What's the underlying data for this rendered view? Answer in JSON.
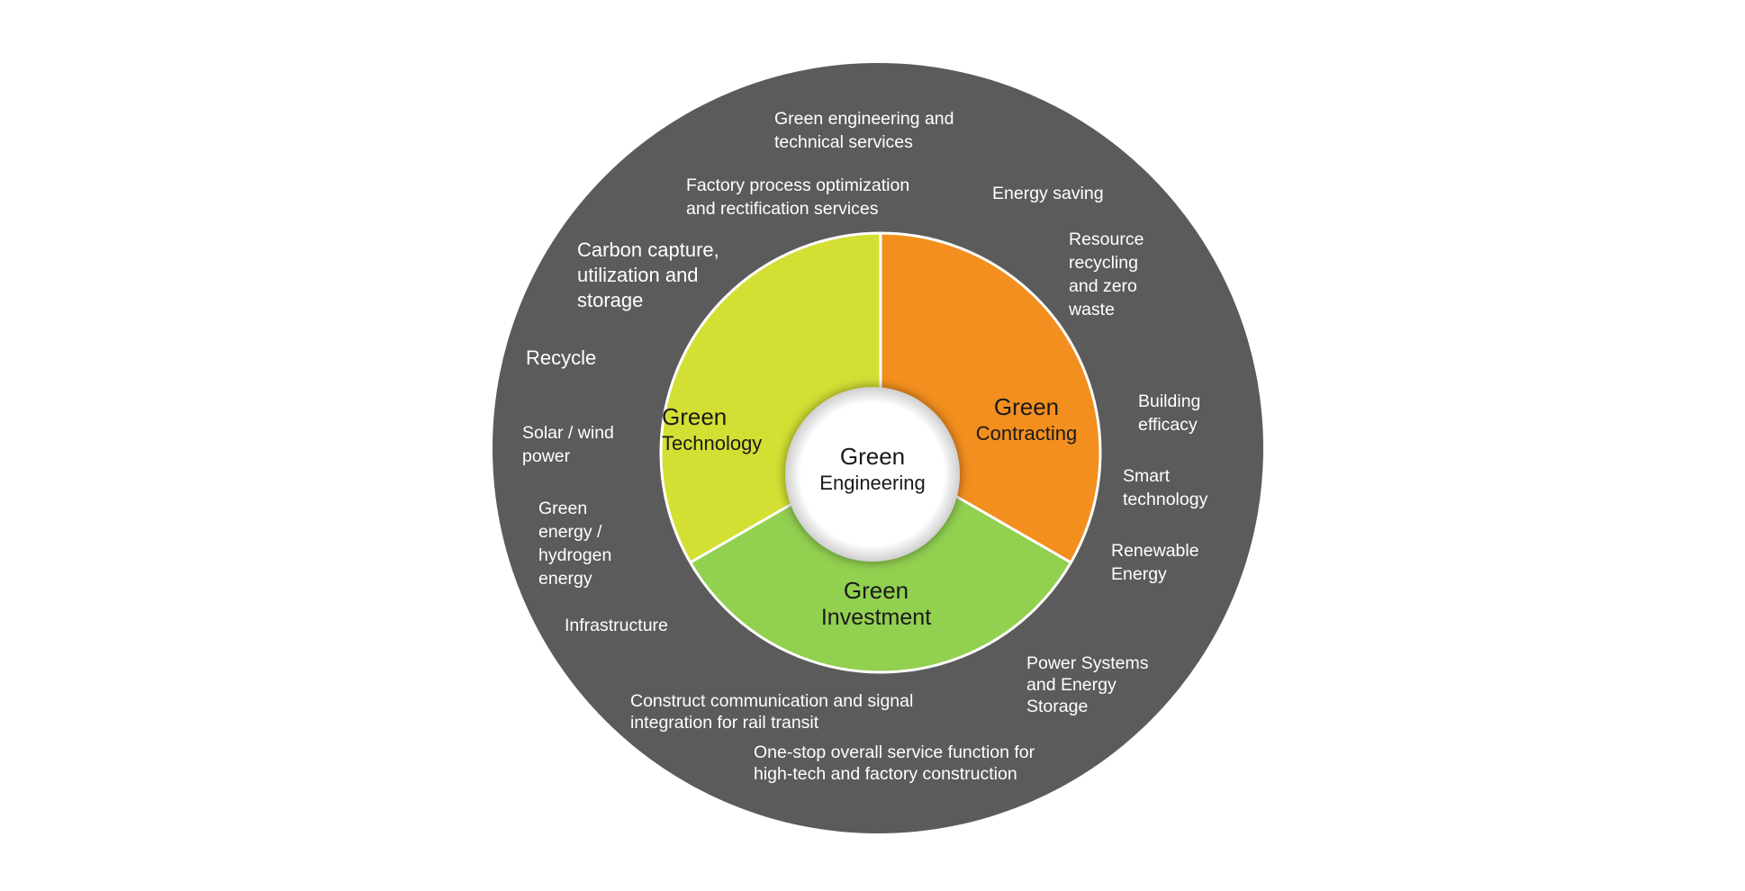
{
  "colors": {
    "outer_ring": "#5b5b5b",
    "technology": "#d4df33",
    "contracting": "#f38f1e",
    "investment": "#92d050",
    "hub": "#ffffff",
    "divider": "#ffffff",
    "ring_text": "#ffffff",
    "segment_text": "#1a1a1a"
  },
  "center": {
    "line1": "Green",
    "line2": "Engineering"
  },
  "segments": {
    "technology": {
      "line1": "Green",
      "line2": "Technology"
    },
    "contracting": {
      "line1": "Green",
      "line2": "Contracting"
    },
    "investment": {
      "line1": "Green",
      "line2": "Investment"
    }
  },
  "ring_labels": {
    "green_engineering_services": [
      "Green engineering and",
      "technical services"
    ],
    "factory_process": [
      "Factory process optimization",
      "and rectification services"
    ],
    "energy_saving": [
      "Energy saving"
    ],
    "carbon_capture": [
      "Carbon capture,",
      "utilization and",
      "storage"
    ],
    "resource_recycling": [
      "Resource",
      "recycling",
      "and zero",
      "waste"
    ],
    "recycle": [
      "Recycle"
    ],
    "building_efficacy": [
      "Building",
      "efficacy"
    ],
    "solar_wind": [
      "Solar / wind",
      "power"
    ],
    "smart_technology": [
      "Smart",
      "technology"
    ],
    "green_energy_hydrogen": [
      "Green",
      "energy /",
      "hydrogen",
      "energy"
    ],
    "renewable_energy": [
      "Renewable",
      "Energy"
    ],
    "infrastructure": [
      "Infrastructure"
    ],
    "power_systems": [
      "Power Systems",
      "and Energy",
      "Storage"
    ],
    "rail_transit": [
      "Construct communication and signal",
      "integration for rail transit"
    ],
    "one_stop_service": [
      "One-stop overall service function for",
      "high-tech and factory construction"
    ]
  }
}
